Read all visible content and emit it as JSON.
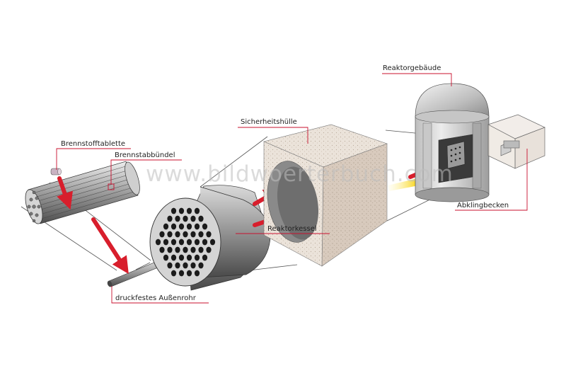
{
  "labels": {
    "fuel_pellet": "Brennstofftablette",
    "fuel_bundle": "Brennstabbündel",
    "pressure_tube": "druckfestes Außenrohr",
    "reactor_vessel": "Reaktorkessel",
    "containment": "Sicherheitshülle",
    "reactor_building": "Reaktorgebäude",
    "spent_fuel_pool": "Abklingbecken"
  },
  "watermark": "www.bildwoerterbuch.com",
  "colors": {
    "leader_line": "#c8102e",
    "arrow": "#d81e2c",
    "concrete": "#e8dfd5",
    "steel": "#8f8f8f"
  }
}
